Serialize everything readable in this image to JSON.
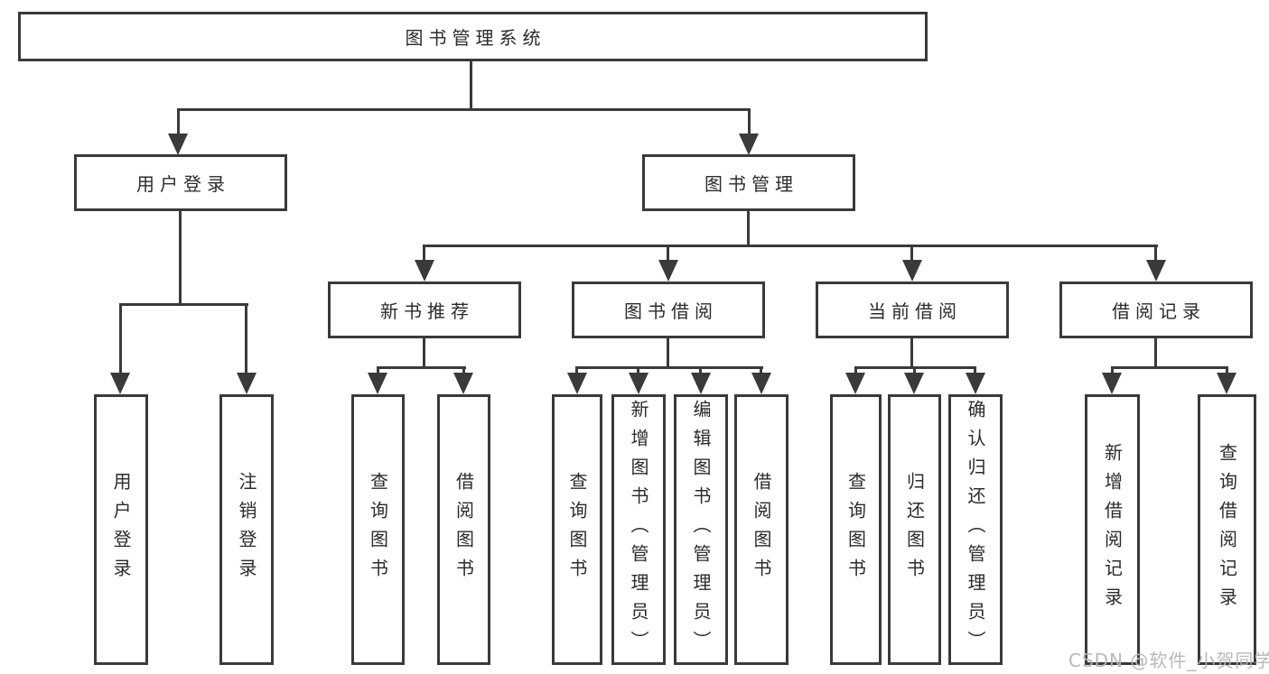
{
  "diagram": {
    "root": {
      "label": "图书管理系统"
    },
    "branches": {
      "user_login": {
        "label": "用户登录"
      },
      "book_management": {
        "label": "图书管理"
      }
    },
    "modules": {
      "new_book_recommend": {
        "label": "新书推荐"
      },
      "book_borrow": {
        "label": "图书借阅"
      },
      "current_borrow": {
        "label": "当前借阅"
      },
      "borrow_records": {
        "label": "借阅记录"
      }
    },
    "functions": {
      "user_login": {
        "label": "用户登录"
      },
      "logout": {
        "label": "注销登录"
      },
      "nb_query_books": {
        "label": "查询图书"
      },
      "nb_borrow_books": {
        "label": "借阅图书"
      },
      "bb_query_books": {
        "label": "查询图书"
      },
      "bb_add_books": {
        "label": "新增图书（管理员）"
      },
      "bb_edit_books": {
        "label": "编辑图书（管理员）"
      },
      "bb_borrow_books": {
        "label": "借阅图书"
      },
      "cb_query_books": {
        "label": "查询图书"
      },
      "cb_return_books": {
        "label": "归还图书"
      },
      "cb_confirm_return": {
        "label": "确认归还（管理员）"
      },
      "br_add_record": {
        "label": "新增借阅记录"
      },
      "br_query_record": {
        "label": "查询借阅记录"
      }
    },
    "watermark": "CSDN @软件_小贺同学",
    "colors": {
      "line": "#3a3a3a",
      "text": "#2b2b2b",
      "watermark": "#b5b5b5",
      "background": "#ffffff"
    }
  }
}
